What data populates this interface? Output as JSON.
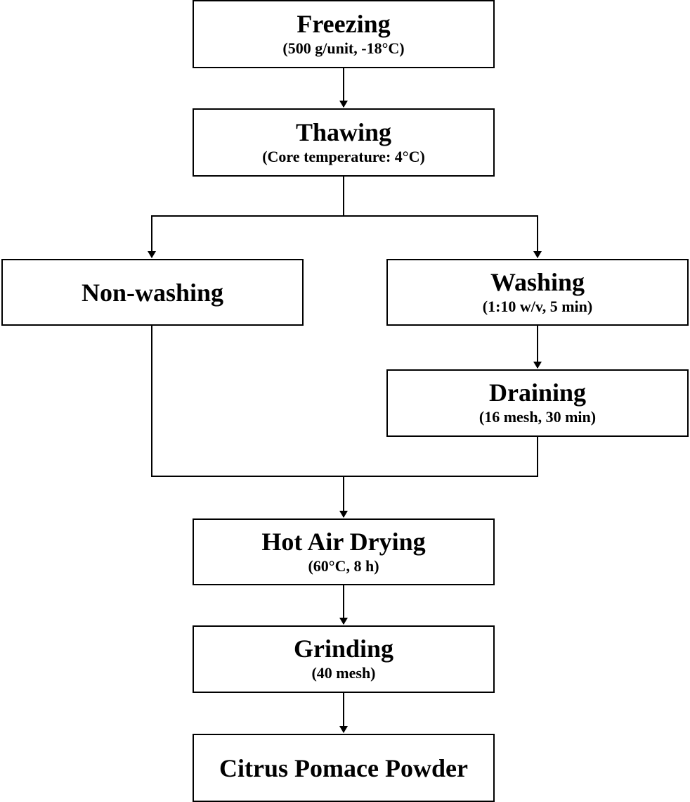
{
  "steps": {
    "freezing": {
      "title": "Freezing",
      "detail": "(500 g/unit, -18°C)"
    },
    "thawing": {
      "title": "Thawing",
      "detail": "(Core temperature: 4°C)"
    },
    "nonwash": {
      "title": "Non-washing",
      "detail": ""
    },
    "washing": {
      "title": "Washing",
      "detail": "(1:10 w/v, 5 min)"
    },
    "draining": {
      "title": "Draining",
      "detail": "(16 mesh, 30 min)"
    },
    "drying": {
      "title": "Hot Air Drying",
      "detail": "(60°C, 8 h)"
    },
    "grinding": {
      "title": "Grinding",
      "detail": "(40 mesh)"
    },
    "powder": {
      "title": "Citrus Pomace Powder",
      "detail": ""
    }
  },
  "colors": {
    "line": "#000000",
    "box_border": "#000000",
    "box_fill": "#ffffff"
  }
}
